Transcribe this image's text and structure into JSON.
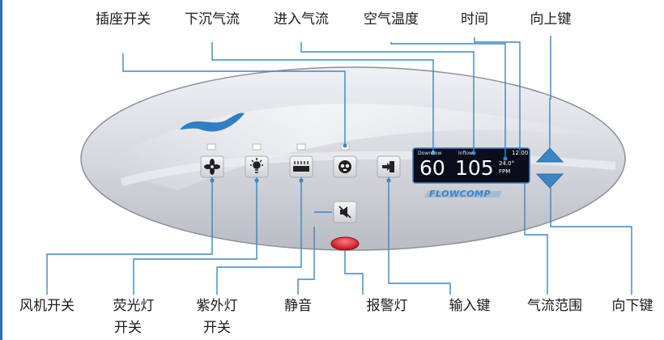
{
  "labels_top": {
    "socket_switch": "插座开关",
    "downflow": "下沉气流",
    "inflow": "进入气流",
    "air_temp": "空气温度",
    "time": "时间",
    "up_key": "向上键"
  },
  "labels_bottom": {
    "fan_switch": "风机开关",
    "fluorescent_line1": "荧光灯",
    "fluorescent_line2": "开关",
    "uv_line1": "紫外灯",
    "uv_line2": "开关",
    "mute": "静音",
    "alarm_light": "报警灯",
    "input_key": "输入键",
    "airflow_range": "气流范围",
    "down_key": "向下键"
  },
  "display": {
    "downflow_caption": "Downflow",
    "inflow_caption": "Inflow",
    "downflow_value": "60",
    "inflow_value": "105",
    "temperature": "24.0°",
    "unit": "FPM",
    "clock": "12:00"
  },
  "brand": "FLOWCOMP",
  "colors": {
    "panel": "#d9dbe0",
    "screen": "#0a0e1a",
    "screen_text": "#ffffff",
    "screen_frame": "#3a7fc1",
    "arrow": "#3b86c5",
    "leader": "#3b86c5",
    "alarm": "#d0232e"
  }
}
